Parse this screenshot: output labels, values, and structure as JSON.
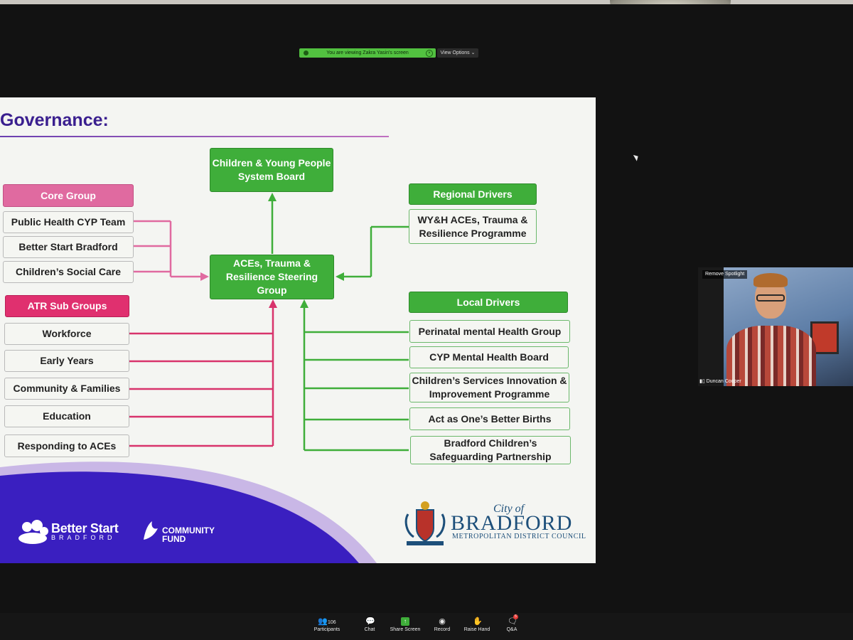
{
  "banner": {
    "text": "You are viewing Zakra Yasin's screen",
    "view_options": "View Options ⌄"
  },
  "slide": {
    "title": "Governance:",
    "top_board": "Children & Young People System Board",
    "steering": "ACEs, Trauma & Resilience Steering Group",
    "core_group": {
      "header": "Core Group",
      "items": [
        "Public Health CYP Team",
        "Better Start Bradford",
        "Children’s Social Care"
      ]
    },
    "atr_sub_groups": {
      "header": "ATR Sub Groups",
      "items": [
        "Workforce",
        "Early Years",
        "Community & Families",
        "Education",
        "Responding to ACEs"
      ]
    },
    "regional_drivers": {
      "header": "Regional Drivers",
      "items": [
        "WY&H ACEs, Trauma & Resilience Programme"
      ]
    },
    "local_drivers": {
      "header": "Local Drivers",
      "items": [
        "Perinatal mental Health Group",
        "CYP Mental Health Board",
        "Children’s Services Innovation & Improvement Programme",
        "Act as One’s Better Births",
        "Bradford Children’s Safeguarding Partnership"
      ]
    },
    "logos": {
      "better_start": {
        "name": "Better Start",
        "sub": "BRADFORD"
      },
      "community_fund": {
        "name": "COMMUNITY",
        "sub": "FUND"
      },
      "council": {
        "city": "City of",
        "name": "BRADFORD",
        "sub": "METROPOLITAN DISTRICT COUNCIL"
      }
    }
  },
  "video": {
    "remove_spotlight": "Remove Spotlight",
    "name": "Duncan Cooper"
  },
  "toolbar": {
    "participants_count": "106",
    "participants": "Participants",
    "chat": "Chat",
    "share_screen": "Share Screen",
    "record": "Record",
    "raise_hand": "Raise Hand",
    "qa": "Q&A",
    "qa_badge": "5"
  },
  "colors": {
    "green": "#3fae3a",
    "pink": "#e06aa0",
    "magenta": "#e0306f",
    "purple": "#3a1f8f"
  }
}
